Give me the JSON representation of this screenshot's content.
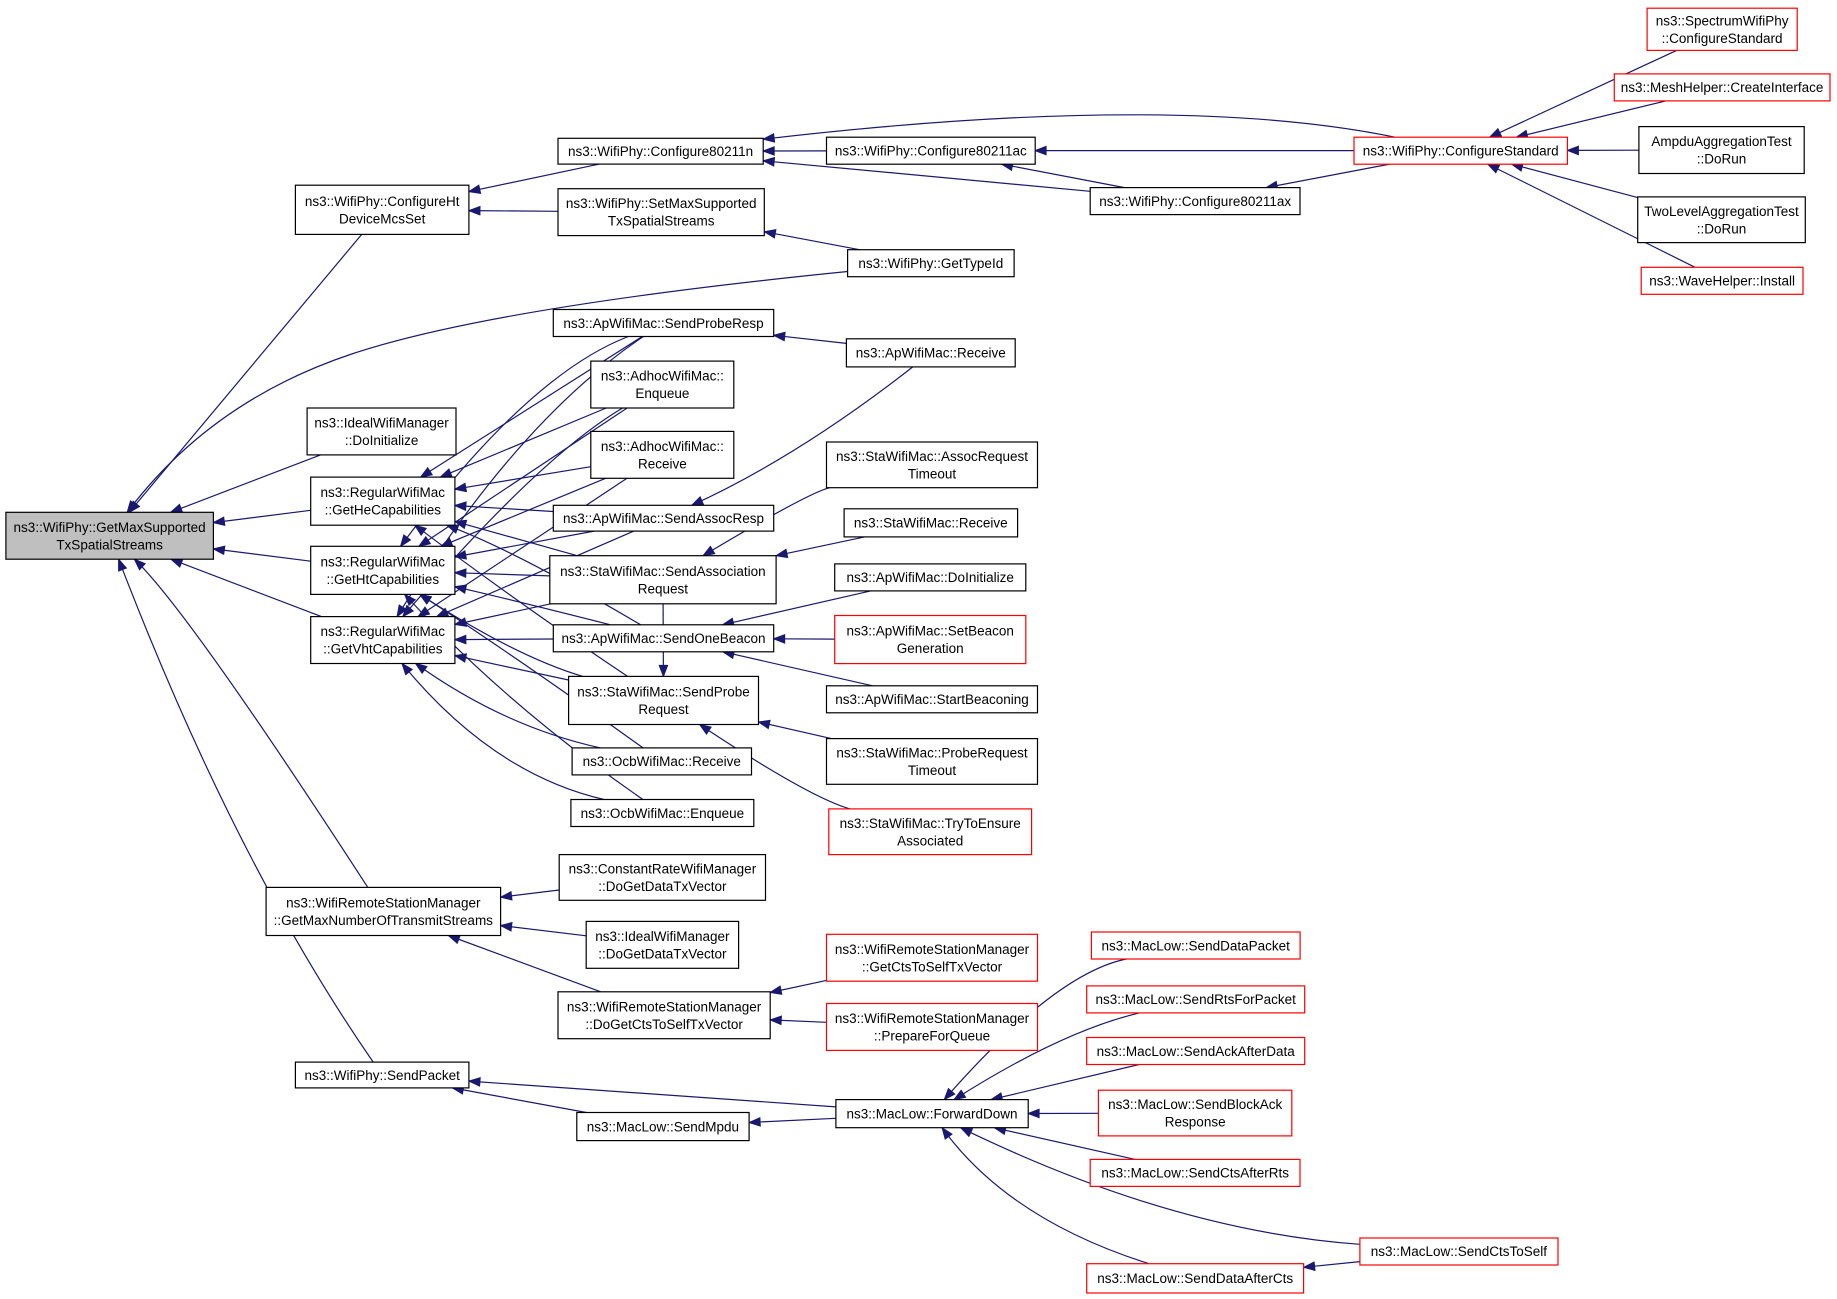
{
  "root_id": "n0",
  "nodes": [
    {
      "id": "n0",
      "lines": [
        "ns3::WifiPhy::GetMaxSupported",
        "TxSpatialStreams"
      ],
      "style": "root"
    },
    {
      "id": "n1",
      "lines": [
        "ns3::WifiPhy::ConfigureHt",
        "DeviceMcsSet"
      ],
      "style": "normal"
    },
    {
      "id": "n2",
      "lines": [
        "ns3::IdealWifiManager",
        "::DoInitialize"
      ],
      "style": "normal"
    },
    {
      "id": "n3",
      "lines": [
        "ns3::RegularWifiMac",
        "::GetHeCapabilities"
      ],
      "style": "normal"
    },
    {
      "id": "n4",
      "lines": [
        "ns3::RegularWifiMac",
        "::GetHtCapabilities"
      ],
      "style": "normal"
    },
    {
      "id": "n5",
      "lines": [
        "ns3::RegularWifiMac",
        "::GetVhtCapabilities"
      ],
      "style": "normal"
    },
    {
      "id": "n6",
      "lines": [
        "ns3::WifiRemoteStationManager",
        "::GetMaxNumberOfTransmitStreams"
      ],
      "style": "normal"
    },
    {
      "id": "n7",
      "lines": [
        "ns3::WifiPhy::SendPacket"
      ],
      "style": "normal"
    },
    {
      "id": "n8",
      "lines": [
        "ns3::WifiPhy::Configure80211n"
      ],
      "style": "normal"
    },
    {
      "id": "n9",
      "lines": [
        "ns3::WifiPhy::SetMaxSupported",
        "TxSpatialStreams"
      ],
      "style": "normal"
    },
    {
      "id": "n10",
      "lines": [
        "ns3::WifiPhy::GetTypeId"
      ],
      "style": "normal"
    },
    {
      "id": "n11",
      "lines": [
        "ns3::ApWifiMac::SendProbeResp"
      ],
      "style": "normal"
    },
    {
      "id": "n12",
      "lines": [
        "ns3::AdhocWifiMac::",
        "Enqueue"
      ],
      "style": "normal"
    },
    {
      "id": "n13",
      "lines": [
        "ns3::AdhocWifiMac::",
        "Receive"
      ],
      "style": "normal"
    },
    {
      "id": "n14",
      "lines": [
        "ns3::ApWifiMac::SendAssocResp"
      ],
      "style": "normal"
    },
    {
      "id": "n15",
      "lines": [
        "ns3::StaWifiMac::SendAssociation",
        "Request"
      ],
      "style": "normal"
    },
    {
      "id": "n16",
      "lines": [
        "ns3::ApWifiMac::SendOneBeacon"
      ],
      "style": "normal"
    },
    {
      "id": "n17",
      "lines": [
        "ns3::StaWifiMac::SendProbe",
        "Request"
      ],
      "style": "normal"
    },
    {
      "id": "n18",
      "lines": [
        "ns3::OcbWifiMac::Receive"
      ],
      "style": "normal"
    },
    {
      "id": "n19",
      "lines": [
        "ns3::OcbWifiMac::Enqueue"
      ],
      "style": "normal"
    },
    {
      "id": "n20",
      "lines": [
        "ns3::ConstantRateWifiManager",
        "::DoGetDataTxVector"
      ],
      "style": "normal"
    },
    {
      "id": "n21",
      "lines": [
        "ns3::IdealWifiManager",
        "::DoGetDataTxVector"
      ],
      "style": "normal"
    },
    {
      "id": "n22",
      "lines": [
        "ns3::WifiRemoteStationManager",
        "::DoGetCtsToSelfTxVector"
      ],
      "style": "normal"
    },
    {
      "id": "n23",
      "lines": [
        "ns3::MacLow::SendMpdu"
      ],
      "style": "normal"
    },
    {
      "id": "n24",
      "lines": [
        "ns3::WifiPhy::Configure80211ac"
      ],
      "style": "normal"
    },
    {
      "id": "n25",
      "lines": [
        "ns3::WifiPhy::Configure80211ax"
      ],
      "style": "normal"
    },
    {
      "id": "n26",
      "lines": [
        "ns3::ApWifiMac::Receive"
      ],
      "style": "normal"
    },
    {
      "id": "n27",
      "lines": [
        "ns3::StaWifiMac::AssocRequest",
        "Timeout"
      ],
      "style": "normal"
    },
    {
      "id": "n28",
      "lines": [
        "ns3::StaWifiMac::Receive"
      ],
      "style": "normal"
    },
    {
      "id": "n29",
      "lines": [
        "ns3::ApWifiMac::DoInitialize"
      ],
      "style": "normal"
    },
    {
      "id": "n30",
      "lines": [
        "ns3::ApWifiMac::SetBeacon",
        "Generation"
      ],
      "style": "red"
    },
    {
      "id": "n31",
      "lines": [
        "ns3::ApWifiMac::StartBeaconing"
      ],
      "style": "normal"
    },
    {
      "id": "n32",
      "lines": [
        "ns3::StaWifiMac::ProbeRequest",
        "Timeout"
      ],
      "style": "normal"
    },
    {
      "id": "n33",
      "lines": [
        "ns3::StaWifiMac::TryToEnsure",
        "Associated"
      ],
      "style": "red"
    },
    {
      "id": "n34",
      "lines": [
        "ns3::WifiRemoteStationManager",
        "::GetCtsToSelfTxVector"
      ],
      "style": "red"
    },
    {
      "id": "n35",
      "lines": [
        "ns3::WifiRemoteStationManager",
        "::PrepareForQueue"
      ],
      "style": "red"
    },
    {
      "id": "n36",
      "lines": [
        "ns3::MacLow::ForwardDown"
      ],
      "style": "normal"
    },
    {
      "id": "n37",
      "lines": [
        "ns3::WifiPhy::ConfigureStandard"
      ],
      "style": "red"
    },
    {
      "id": "n38",
      "lines": [
        "ns3::MacLow::SendDataPacket"
      ],
      "style": "red"
    },
    {
      "id": "n39",
      "lines": [
        "ns3::MacLow::SendRtsForPacket"
      ],
      "style": "red"
    },
    {
      "id": "n40",
      "lines": [
        "ns3::MacLow::SendAckAfterData"
      ],
      "style": "red"
    },
    {
      "id": "n41",
      "lines": [
        "ns3::MacLow::SendBlockAck",
        "Response"
      ],
      "style": "red"
    },
    {
      "id": "n42",
      "lines": [
        "ns3::MacLow::SendCtsAfterRts"
      ],
      "style": "red"
    },
    {
      "id": "n43",
      "lines": [
        "ns3::MacLow::SendDataAfterCts"
      ],
      "style": "red"
    },
    {
      "id": "n44",
      "lines": [
        "ns3::MacLow::SendCtsToSelf"
      ],
      "style": "red"
    },
    {
      "id": "n45",
      "lines": [
        "ns3::SpectrumWifiPhy",
        "::ConfigureStandard"
      ],
      "style": "red"
    },
    {
      "id": "n46",
      "lines": [
        "ns3::MeshHelper::CreateInterface"
      ],
      "style": "red"
    },
    {
      "id": "n47",
      "lines": [
        "AmpduAggregationTest",
        "::DoRun"
      ],
      "style": "normal"
    },
    {
      "id": "n48",
      "lines": [
        "TwoLevelAggregationTest",
        "::DoRun"
      ],
      "style": "normal"
    },
    {
      "id": "n49",
      "lines": [
        "ns3::WaveHelper::Install"
      ],
      "style": "red"
    }
  ],
  "edges": [
    [
      "n1",
      "n0"
    ],
    [
      "n10",
      "n0"
    ],
    [
      "n2",
      "n0"
    ],
    [
      "n3",
      "n0"
    ],
    [
      "n4",
      "n0"
    ],
    [
      "n5",
      "n0"
    ],
    [
      "n6",
      "n0"
    ],
    [
      "n7",
      "n0"
    ],
    [
      "n8",
      "n1"
    ],
    [
      "n9",
      "n1"
    ],
    [
      "n24",
      "n8"
    ],
    [
      "n25",
      "n8"
    ],
    [
      "n37",
      "n8"
    ],
    [
      "n10",
      "n9"
    ],
    [
      "n37",
      "n24"
    ],
    [
      "n25",
      "n24"
    ],
    [
      "n37",
      "n25"
    ],
    [
      "n45",
      "n37"
    ],
    [
      "n46",
      "n37"
    ],
    [
      "n47",
      "n37"
    ],
    [
      "n48",
      "n37"
    ],
    [
      "n49",
      "n37"
    ],
    [
      "n11",
      "n3"
    ],
    [
      "n12",
      "n3"
    ],
    [
      "n13",
      "n3"
    ],
    [
      "n14",
      "n3"
    ],
    [
      "n15",
      "n3"
    ],
    [
      "n16",
      "n3"
    ],
    [
      "n17",
      "n3"
    ],
    [
      "n11",
      "n4"
    ],
    [
      "n12",
      "n4"
    ],
    [
      "n13",
      "n4"
    ],
    [
      "n14",
      "n4"
    ],
    [
      "n15",
      "n4"
    ],
    [
      "n16",
      "n4"
    ],
    [
      "n17",
      "n4"
    ],
    [
      "n18",
      "n4"
    ],
    [
      "n19",
      "n4"
    ],
    [
      "n11",
      "n5"
    ],
    [
      "n12",
      "n5"
    ],
    [
      "n13",
      "n5"
    ],
    [
      "n14",
      "n5"
    ],
    [
      "n15",
      "n5"
    ],
    [
      "n16",
      "n5"
    ],
    [
      "n17",
      "n5"
    ],
    [
      "n18",
      "n5"
    ],
    [
      "n19",
      "n5"
    ],
    [
      "n26",
      "n11"
    ],
    [
      "n26",
      "n14"
    ],
    [
      "n27",
      "n15"
    ],
    [
      "n28",
      "n15"
    ],
    [
      "n29",
      "n16"
    ],
    [
      "n30",
      "n16"
    ],
    [
      "n31",
      "n16"
    ],
    [
      "n32",
      "n17"
    ],
    [
      "n33",
      "n17"
    ],
    [
      "n15",
      "n17"
    ],
    [
      "n20",
      "n6"
    ],
    [
      "n21",
      "n6"
    ],
    [
      "n22",
      "n6"
    ],
    [
      "n34",
      "n22"
    ],
    [
      "n35",
      "n22"
    ],
    [
      "n36",
      "n7"
    ],
    [
      "n23",
      "n7"
    ],
    [
      "n36",
      "n23"
    ],
    [
      "n38",
      "n36"
    ],
    [
      "n39",
      "n36"
    ],
    [
      "n40",
      "n36"
    ],
    [
      "n41",
      "n36"
    ],
    [
      "n42",
      "n36"
    ],
    [
      "n43",
      "n36"
    ],
    [
      "n44",
      "n36"
    ],
    [
      "n44",
      "n43"
    ]
  ]
}
